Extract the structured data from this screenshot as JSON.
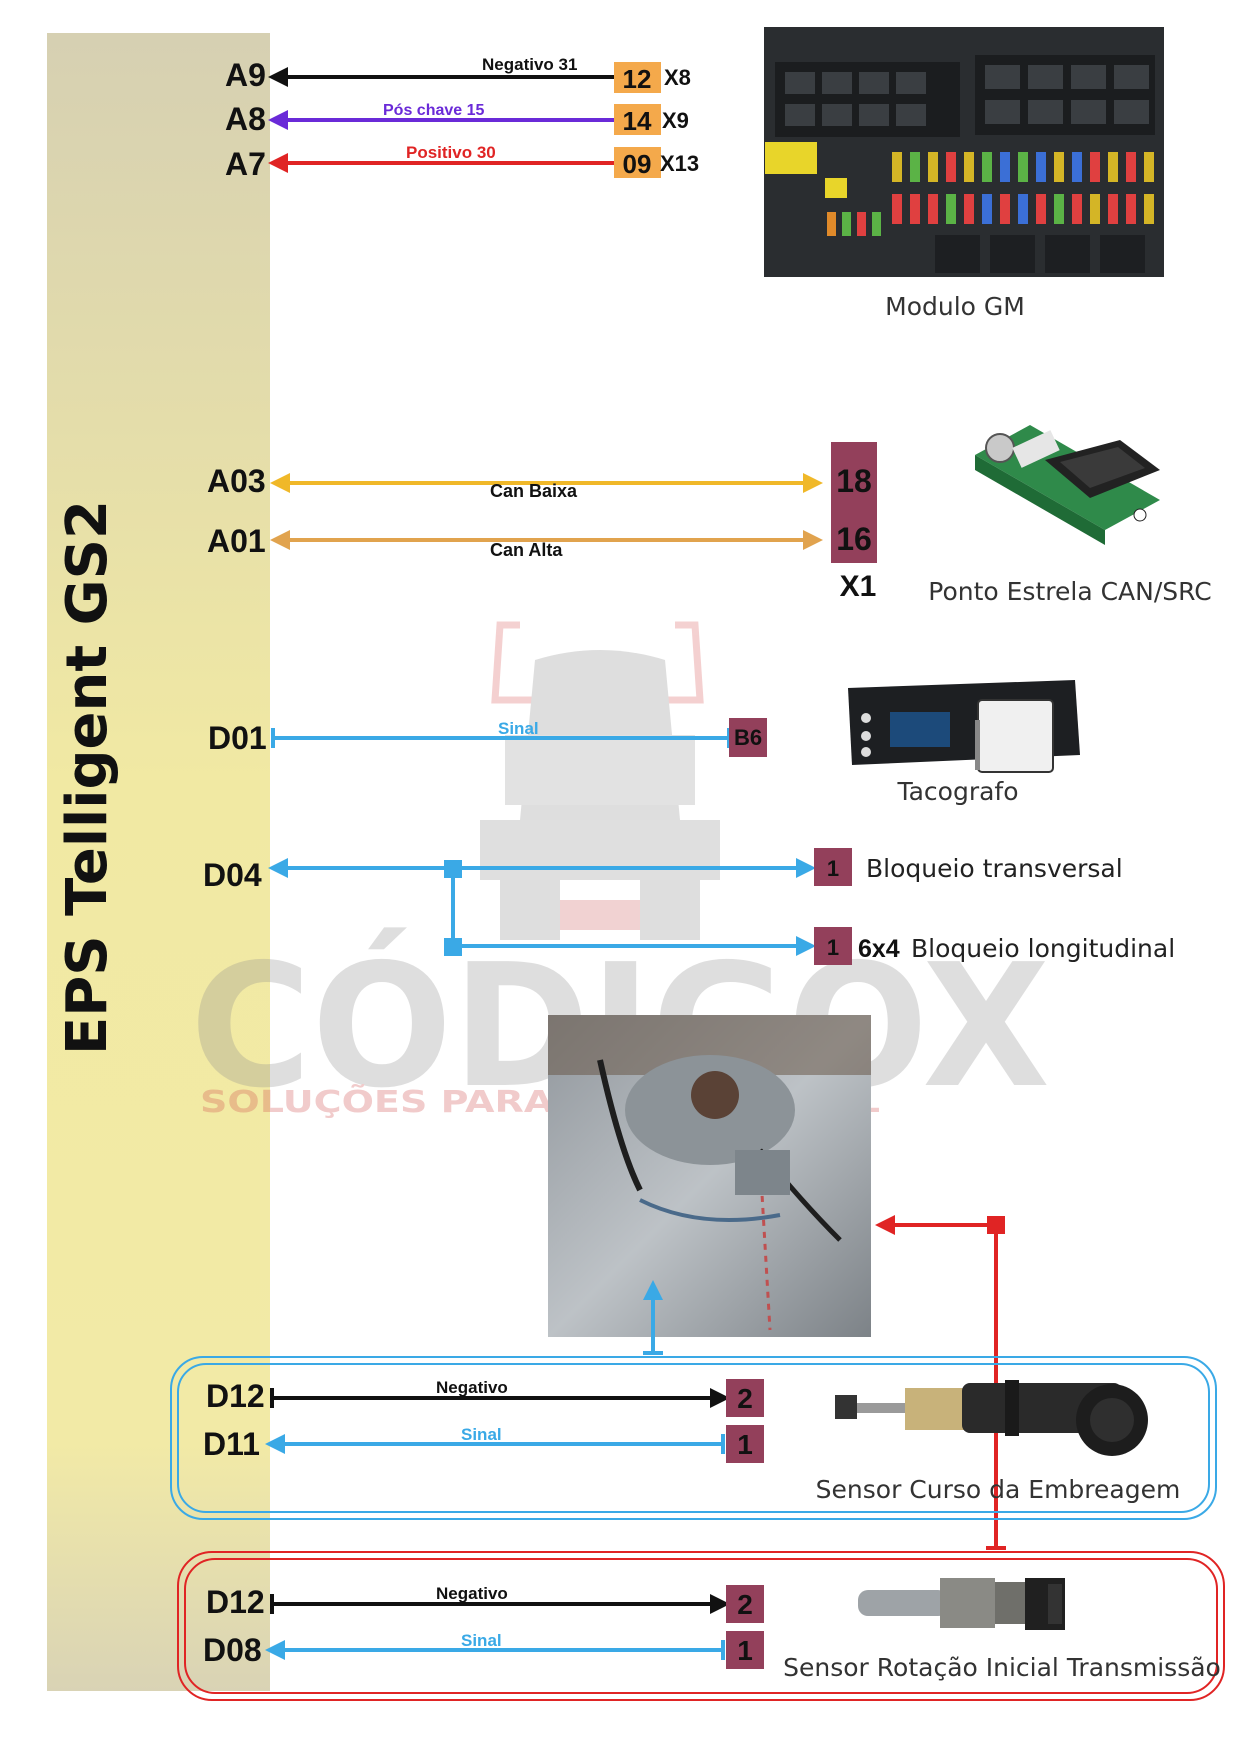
{
  "title": "EPS Telligent GS2",
  "colors": {
    "sidebar_top": "#d8d2b4",
    "sidebar_mid": "#efe6a6",
    "black": "#111111",
    "purple": "#6a2ad8",
    "red": "#e02424",
    "yellow": "#f0b829",
    "orange": "#e1a34e",
    "blue": "#3aa9e6",
    "pin_orange": "#f4a94b",
    "pin_magenta": "#93405b"
  },
  "watermark": {
    "brand": "CÓDIGOX",
    "tagline": "SOLUÇÕES PARA ELETRODIESEL"
  },
  "gm": {
    "caption": "Modulo GM",
    "wires": [
      {
        "pin": "A9",
        "label": "Negativo 31",
        "terminal": "12",
        "connector": "X8",
        "color": "black"
      },
      {
        "pin": "A8",
        "label": "Pós chave 15",
        "terminal": "14",
        "connector": "X9",
        "color": "purple"
      },
      {
        "pin": "A7",
        "label": "Positivo 30",
        "terminal": "09",
        "connector": "X13",
        "color": "red"
      }
    ]
  },
  "can": {
    "caption": "Ponto Estrela CAN/SRC",
    "connector": "X1",
    "wires": [
      {
        "pin": "A03",
        "label": "Can Baixa",
        "terminal": "18",
        "color": "yellow"
      },
      {
        "pin": "A01",
        "label": "Can Alta",
        "terminal": "16",
        "color": "orange"
      }
    ]
  },
  "tacho": {
    "caption": "Tacografo",
    "wire": {
      "pin": "D01",
      "label": "Sinal",
      "terminal": "B6",
      "color": "blue"
    }
  },
  "lock": {
    "pin": "D04",
    "branches": [
      {
        "terminal": "1",
        "prefix": "",
        "label": "Bloqueio transversal"
      },
      {
        "terminal": "1",
        "prefix": "6x4",
        "label": "Bloqueio longitudinal"
      }
    ]
  },
  "clutch": {
    "caption": "Sensor Curso da Embreagem",
    "wires": [
      {
        "pin": "D12",
        "label": "Negativo",
        "terminal": "2",
        "color": "black"
      },
      {
        "pin": "D11",
        "label": "Sinal",
        "terminal": "1",
        "color": "blue"
      }
    ]
  },
  "speed": {
    "caption": "Sensor Rotação Inicial Transmissão",
    "wires": [
      {
        "pin": "D12",
        "label": "Negativo",
        "terminal": "2",
        "color": "black"
      },
      {
        "pin": "D08",
        "label": "Sinal",
        "terminal": "1",
        "color": "blue"
      }
    ]
  }
}
